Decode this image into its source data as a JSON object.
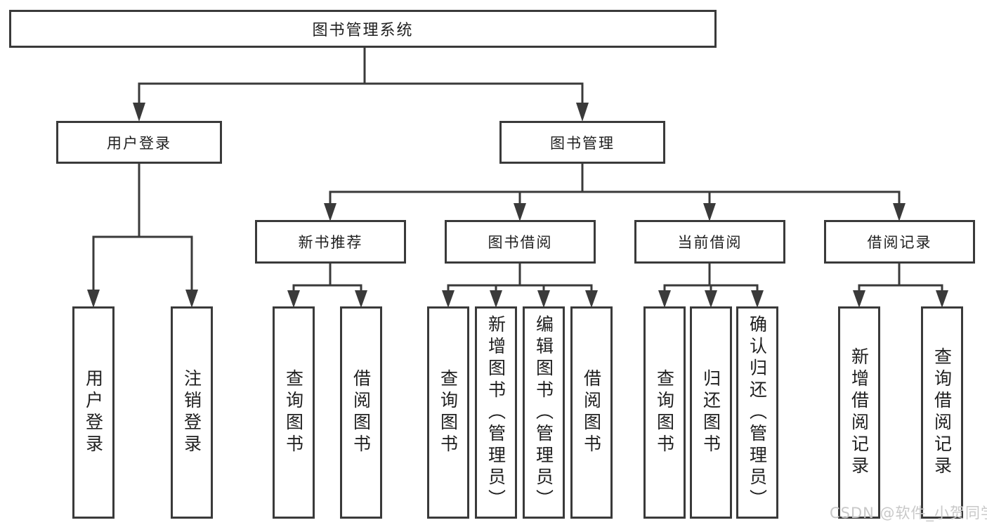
{
  "diagram": {
    "root": {
      "label": "图书管理系统"
    },
    "branches": [
      {
        "label": "用户登录",
        "children": [
          {
            "label": "用户登录"
          },
          {
            "label": "注销登录"
          }
        ]
      },
      {
        "label": "图书管理",
        "children": [
          {
            "label": "新书推荐",
            "children": [
              {
                "label": "查询图书"
              },
              {
                "label": "借阅图书"
              }
            ]
          },
          {
            "label": "图书借阅",
            "children": [
              {
                "label": "查询图书"
              },
              {
                "label": "新增图书（管理员）"
              },
              {
                "label": "编辑图书（管理员）"
              },
              {
                "label": "借阅图书"
              }
            ]
          },
          {
            "label": "当前借阅",
            "children": [
              {
                "label": "查询图书"
              },
              {
                "label": "归还图书"
              },
              {
                "label": "确认归还（管理员）"
              }
            ]
          },
          {
            "label": "借阅记录",
            "children": [
              {
                "label": "新增借阅记录"
              },
              {
                "label": "查询借阅记录"
              }
            ]
          }
        ]
      }
    ]
  },
  "watermark": {
    "text": "CSDN @软件_小贺同学"
  },
  "colors": {
    "line": "#3a3a3a",
    "text": "#1f1f1f",
    "background": "#ffffff",
    "watermark": "#c8c8c8"
  }
}
